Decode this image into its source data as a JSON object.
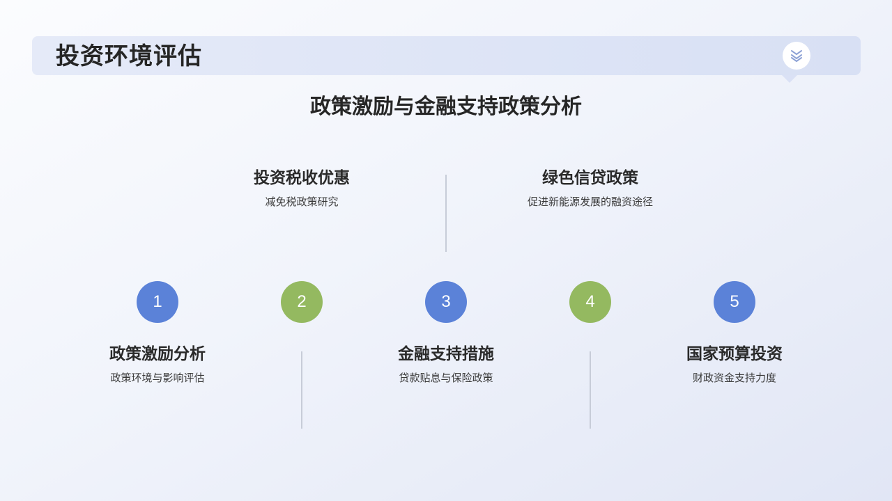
{
  "header": {
    "title": "投资环境评估",
    "scroll_icon": "chevrons-down-icon"
  },
  "subtitle": "政策激励与金融支持政策分析",
  "colors": {
    "blue": "#5b82d8",
    "green": "#94b960",
    "header_bg": "#dde4f6"
  },
  "steps": [
    {
      "number": "1",
      "title": "政策激励分析",
      "desc": "政策环境与影响评估"
    },
    {
      "number": "2",
      "title": "投资税收优惠",
      "desc": "减免税政策研究"
    },
    {
      "number": "3",
      "title": "金融支持措施",
      "desc": "贷款贴息与保险政策"
    },
    {
      "number": "4",
      "title": "绿色信贷政策",
      "desc": "促进新能源发展的融资途径"
    },
    {
      "number": "5",
      "title": "国家预算投资",
      "desc": "财政资金支持力度"
    }
  ]
}
